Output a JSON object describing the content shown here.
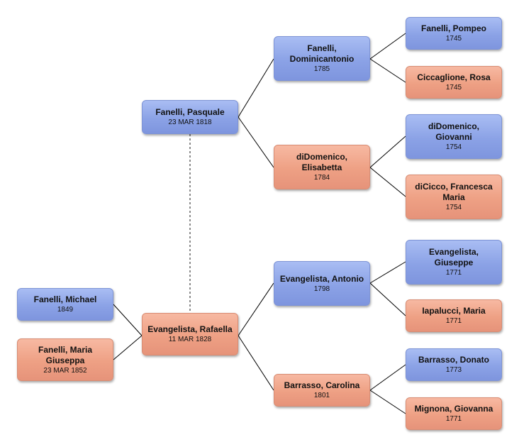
{
  "people": {
    "p_michael": {
      "name": "Fanelli, Michael",
      "date": "1849",
      "gender": "male"
    },
    "p_maria_g": {
      "name": "Fanelli, Maria Giuseppa",
      "date": "23 MAR 1852",
      "gender": "female"
    },
    "p_pasquale": {
      "name": "Fanelli, Pasquale",
      "date": "23 MAR 1818",
      "gender": "male"
    },
    "p_rafaella": {
      "name": "Evangelista, Rafaella",
      "date": "11 MAR 1828",
      "gender": "female"
    },
    "p_dominic": {
      "name": "Fanelli, Dominicantonio",
      "date": "1785",
      "gender": "male"
    },
    "p_elisabetta": {
      "name": "diDomenico, Elisabetta",
      "date": "1784",
      "gender": "female"
    },
    "p_antonio": {
      "name": "Evangelista, Antonio",
      "date": "1798",
      "gender": "male"
    },
    "p_carolina": {
      "name": "Barrasso, Carolina",
      "date": "1801",
      "gender": "female"
    },
    "p_pompeo": {
      "name": "Fanelli, Pompeo",
      "date": "1745",
      "gender": "male"
    },
    "p_rosa": {
      "name": "Ciccaglione, Rosa",
      "date": "1745",
      "gender": "female"
    },
    "p_giovanni": {
      "name": "diDomenico, Giovanni",
      "date": "1754",
      "gender": "male"
    },
    "p_francesca": {
      "name": "diCicco, Francesca Maria",
      "date": "1754",
      "gender": "female"
    },
    "p_giuseppe": {
      "name": "Evangelista, Giuseppe",
      "date": "1771",
      "gender": "male"
    },
    "p_maria_i": {
      "name": "Iapalucci, Maria",
      "date": "1771",
      "gender": "female"
    },
    "p_donato": {
      "name": "Barrasso, Donato",
      "date": "1773",
      "gender": "male"
    },
    "p_giovanna": {
      "name": "Mignona, Giovanna",
      "date": "1771",
      "gender": "female"
    }
  },
  "colors": {
    "male": "#8ba2e6",
    "female": "#eea084",
    "connector": "#000000",
    "spouse_link": "#666666"
  }
}
